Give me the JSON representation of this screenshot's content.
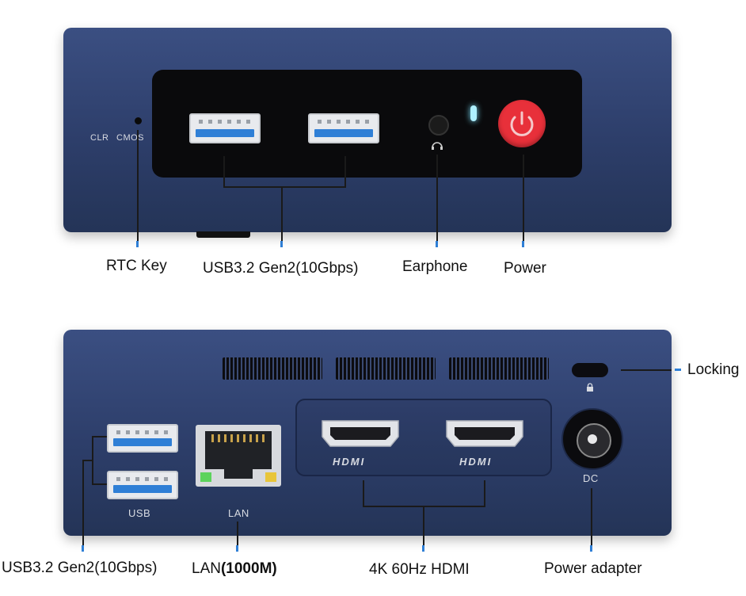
{
  "front": {
    "clr_text": "CLR",
    "cmos_text": "CMOS",
    "labels": {
      "rtc_key": "RTC Key",
      "usb": "USB3.2 Gen2(10Gbps)",
      "earphone": "Earphone",
      "power": "Power"
    }
  },
  "back": {
    "usb_small": "USB",
    "lan_small": "LAN",
    "hdmi_logo": "HDMI",
    "dc_small": "DC",
    "labels": {
      "locking": "Locking",
      "usb": "USB3.2 Gen2(10Gbps)",
      "lan_prefix": "LAN",
      "lan_value": "(1000M)",
      "hdmi": "4K 60Hz HDMI",
      "power_adapter": "Power adapter"
    }
  },
  "colors": {
    "case": "#2d3e6a",
    "power_button": "#e8303a",
    "usb_tongue": "#2f7fd6",
    "tick": "#2f7fd6"
  }
}
